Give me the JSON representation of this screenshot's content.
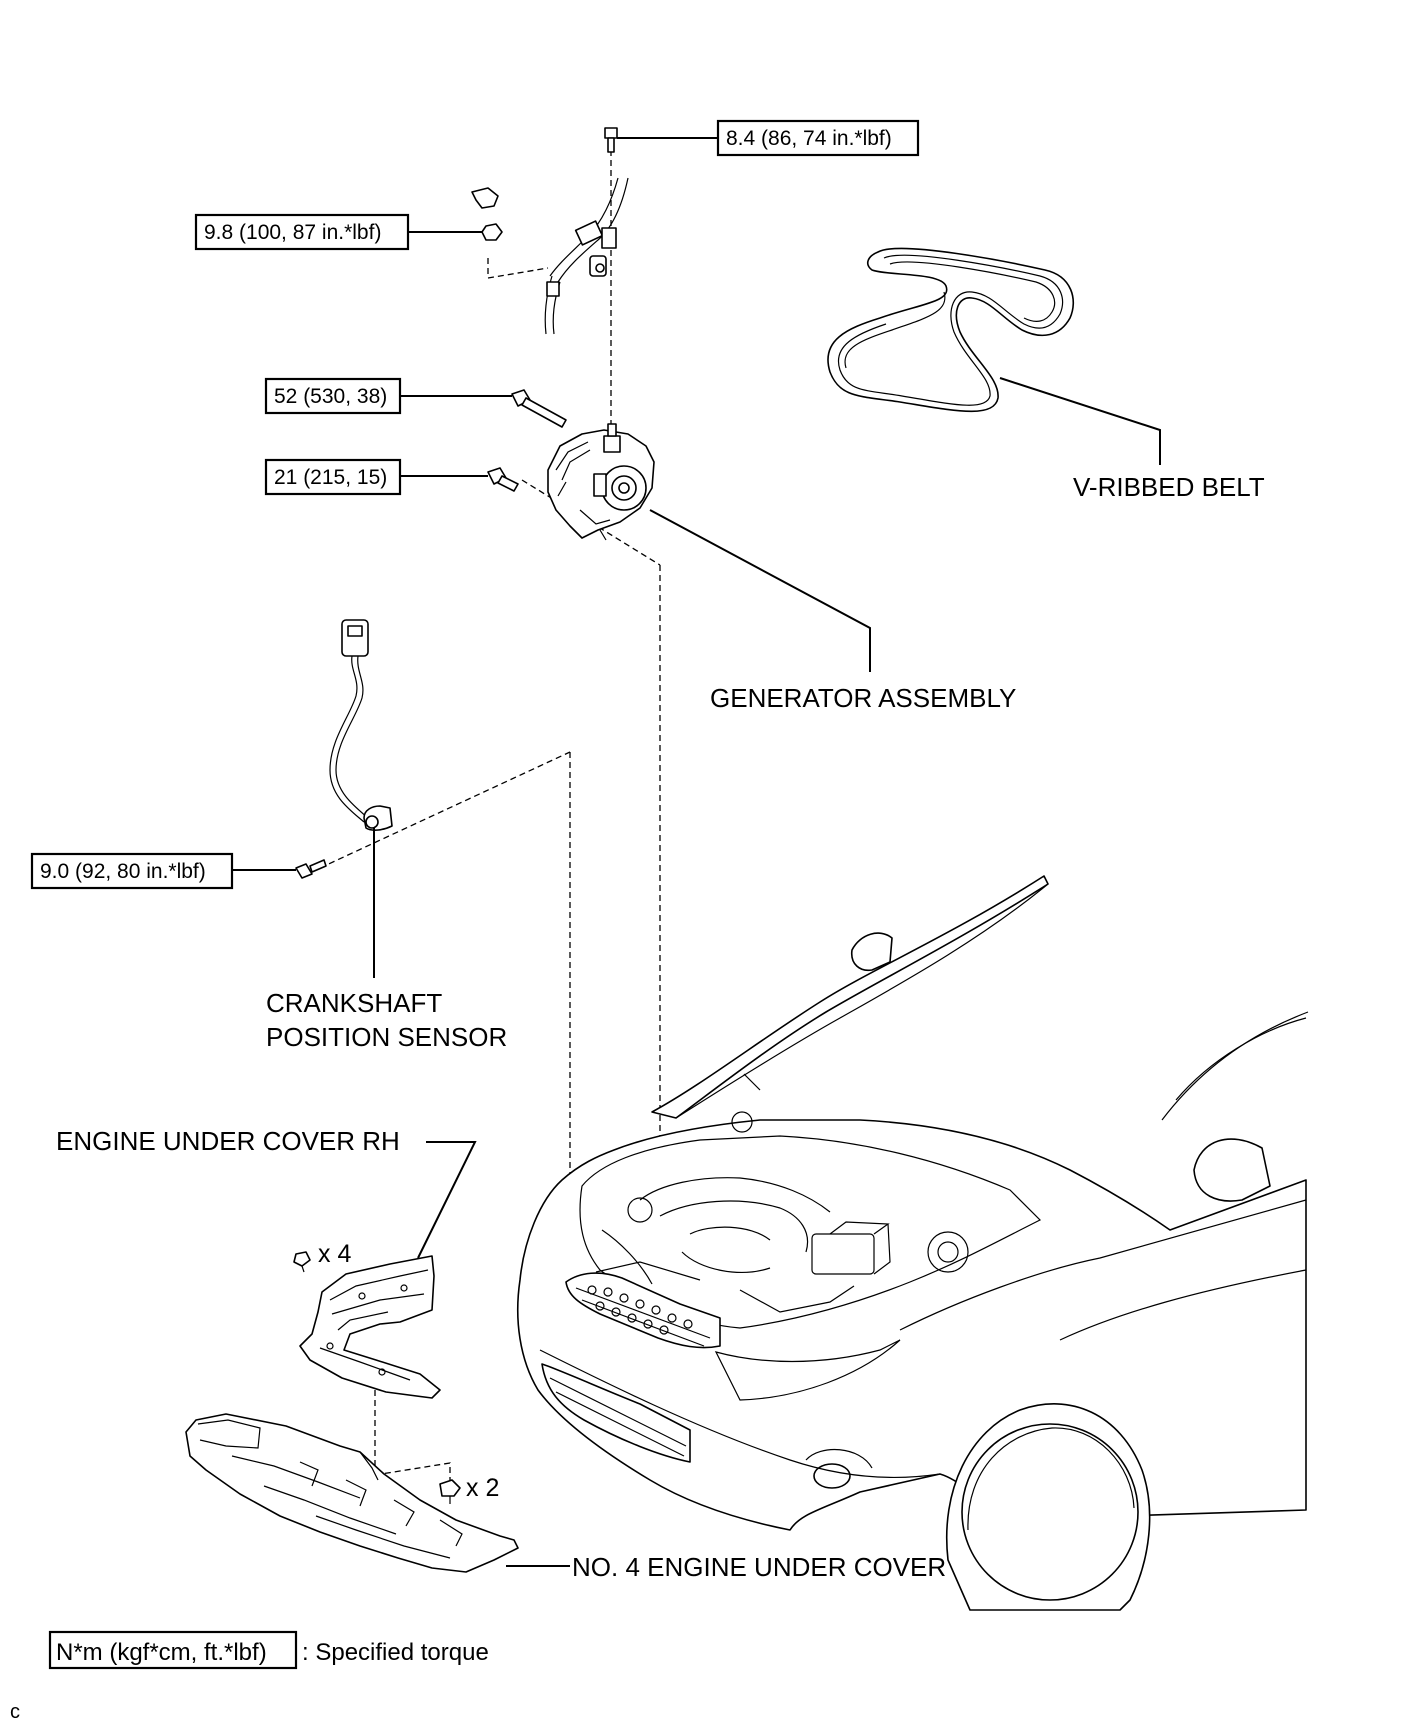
{
  "torque_specs": {
    "top_bolt": "8.4 (86, 74 in.*lbf)",
    "terminal_nut": "9.8 (100, 87 in.*lbf)",
    "long_bolt": "52 (530, 38)",
    "short_bolt": "21 (215, 15)",
    "sensor_bolt": "9.0 (92, 80 in.*lbf)"
  },
  "parts": {
    "belt": "V-RIBBED BELT",
    "generator": "GENERATOR ASSEMBLY",
    "sensor_line1": "CRANKSHAFT",
    "sensor_line2": "POSITION SENSOR",
    "cover_rh": "ENGINE UNDER COVER RH",
    "cover_no4": "NO. 4 ENGINE UNDER COVER"
  },
  "quantities": {
    "rh_fasteners": "x 4",
    "no4_fasteners": "x 2"
  },
  "legend": {
    "units": "N*m (kgf*cm, ft.*lbf)",
    "meaning": ": Specified torque"
  },
  "corner_mark": "c"
}
